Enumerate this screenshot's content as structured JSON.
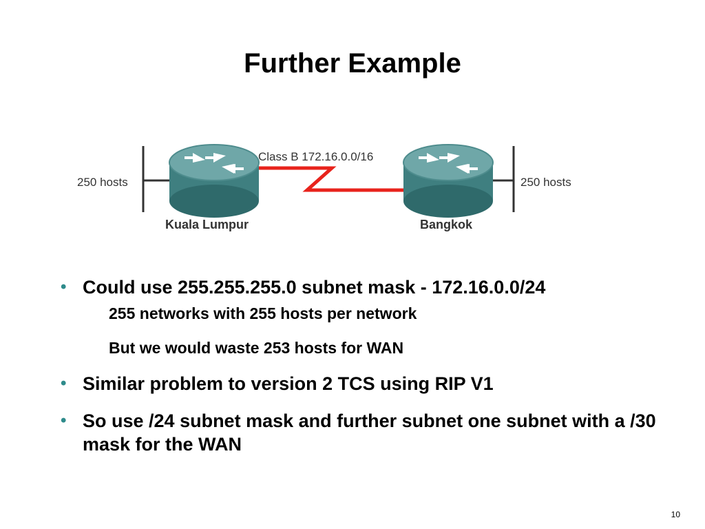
{
  "slide": {
    "title": "Further Example",
    "page_number": "10"
  },
  "diagram": {
    "link_label": "Class B 172.16.0.0/16",
    "left_router": {
      "name": "Kuala Lumpur",
      "hosts": "250 hosts"
    },
    "right_router": {
      "name": "Bangkok",
      "hosts": "250 hosts"
    },
    "colors": {
      "router_top": "#6fa7a8",
      "router_body": "#3f7f80",
      "router_arrow": "#ffffff",
      "wan_link": "#e8231c",
      "lan_line": "#333333"
    },
    "icons": {
      "router": "router-icon"
    }
  },
  "bullets": {
    "b1": "Could use 255.255.255.0 subnet mask - 172.16.0.0/24",
    "b1_sub1": "255 networks with 255 hosts per network",
    "b1_sub2": "But we would waste 253 hosts for WAN",
    "b2": "Similar problem to version 2 TCS using RIP V1",
    "b3": "So use /24 subnet mask and further subnet one subnet with a /30 mask for the WAN"
  }
}
